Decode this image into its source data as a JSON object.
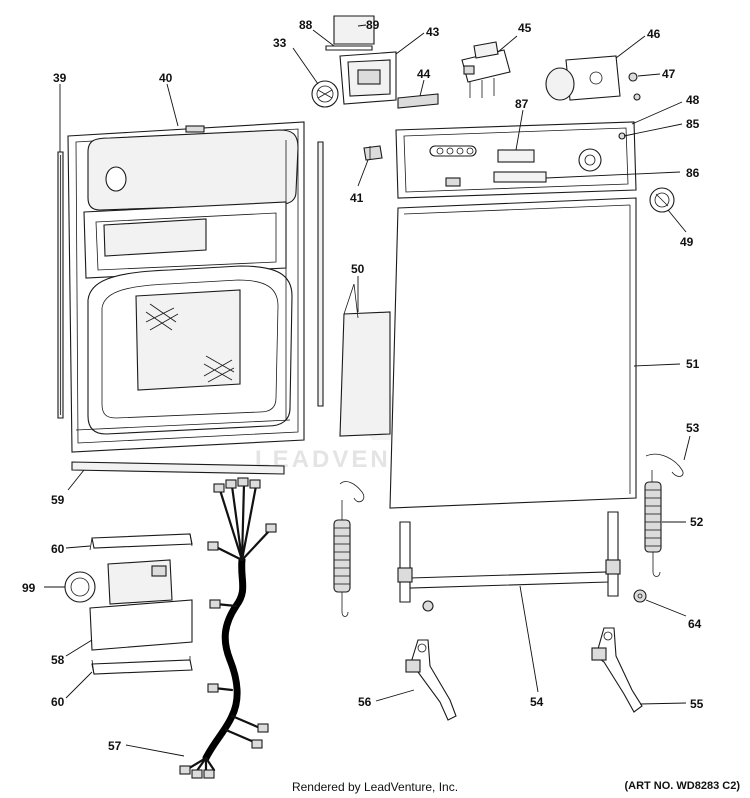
{
  "diagram": {
    "callouts": [
      {
        "id": "39",
        "text": "39"
      },
      {
        "id": "40",
        "text": "40"
      },
      {
        "id": "88",
        "text": "88"
      },
      {
        "id": "89",
        "text": "89"
      },
      {
        "id": "33",
        "text": "33"
      },
      {
        "id": "43",
        "text": "43"
      },
      {
        "id": "44",
        "text": "44"
      },
      {
        "id": "45",
        "text": "45"
      },
      {
        "id": "46",
        "text": "46"
      },
      {
        "id": "47",
        "text": "47"
      },
      {
        "id": "48",
        "text": "48"
      },
      {
        "id": "85",
        "text": "85"
      },
      {
        "id": "87",
        "text": "87"
      },
      {
        "id": "86",
        "text": "86"
      },
      {
        "id": "41",
        "text": "41"
      },
      {
        "id": "49",
        "text": "49"
      },
      {
        "id": "50",
        "text": "50"
      },
      {
        "id": "51",
        "text": "51"
      },
      {
        "id": "53",
        "text": "53"
      },
      {
        "id": "52",
        "text": "52"
      },
      {
        "id": "59",
        "text": "59"
      },
      {
        "id": "60a",
        "text": "60"
      },
      {
        "id": "99",
        "text": "99"
      },
      {
        "id": "58",
        "text": "58"
      },
      {
        "id": "60b",
        "text": "60"
      },
      {
        "id": "64",
        "text": "64"
      },
      {
        "id": "56",
        "text": "56"
      },
      {
        "id": "54",
        "text": "54"
      },
      {
        "id": "55",
        "text": "55"
      },
      {
        "id": "57",
        "text": "57"
      }
    ]
  },
  "watermark": {
    "text": "LEADVENTURE",
    "logo": "leadventure-flame-logo"
  },
  "footer": {
    "credit": "Rendered by LeadVenture, Inc.",
    "art_no": "(ART NO. WD8283 C2)"
  }
}
